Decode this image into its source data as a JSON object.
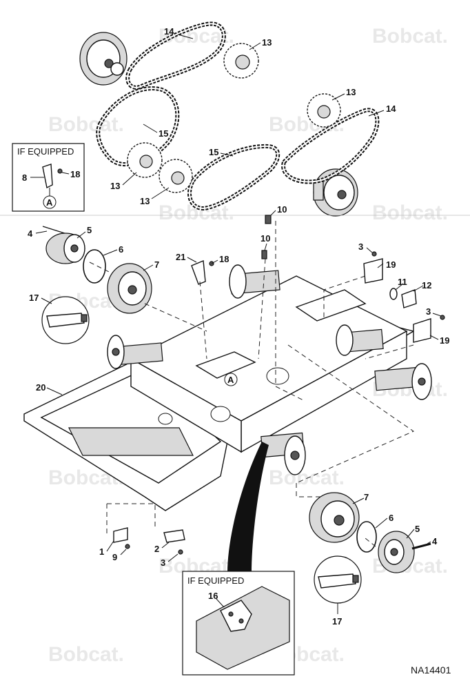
{
  "watermark": "Bobcat.",
  "drawing_code": "NA14401",
  "boxes": {
    "top_left_title": "IF EQUIPPED",
    "bottom_title": "IF EQUIPPED",
    "circle_ref": "A"
  },
  "callouts": {
    "c14a": "14",
    "c13a": "13",
    "c13b": "13",
    "c14b": "14",
    "c15a": "15",
    "c15b": "15",
    "c13c": "13",
    "c13d": "13",
    "c8": "8",
    "c18a": "18",
    "c10a": "10",
    "c10b": "10",
    "c4a": "4",
    "c5a": "5",
    "c6a": "6",
    "c7a": "7",
    "c21": "21",
    "c18b": "18",
    "c3a": "3",
    "c19a": "19",
    "c11": "11",
    "c12": "12",
    "c17a": "17",
    "c3b": "3",
    "c19b": "19",
    "c20": "20",
    "c7b": "7",
    "c6b": "6",
    "c5b": "5",
    "c4b": "4",
    "c1": "1",
    "c9": "9",
    "c2": "2",
    "c3c": "3",
    "c16": "16",
    "c17b": "17"
  }
}
